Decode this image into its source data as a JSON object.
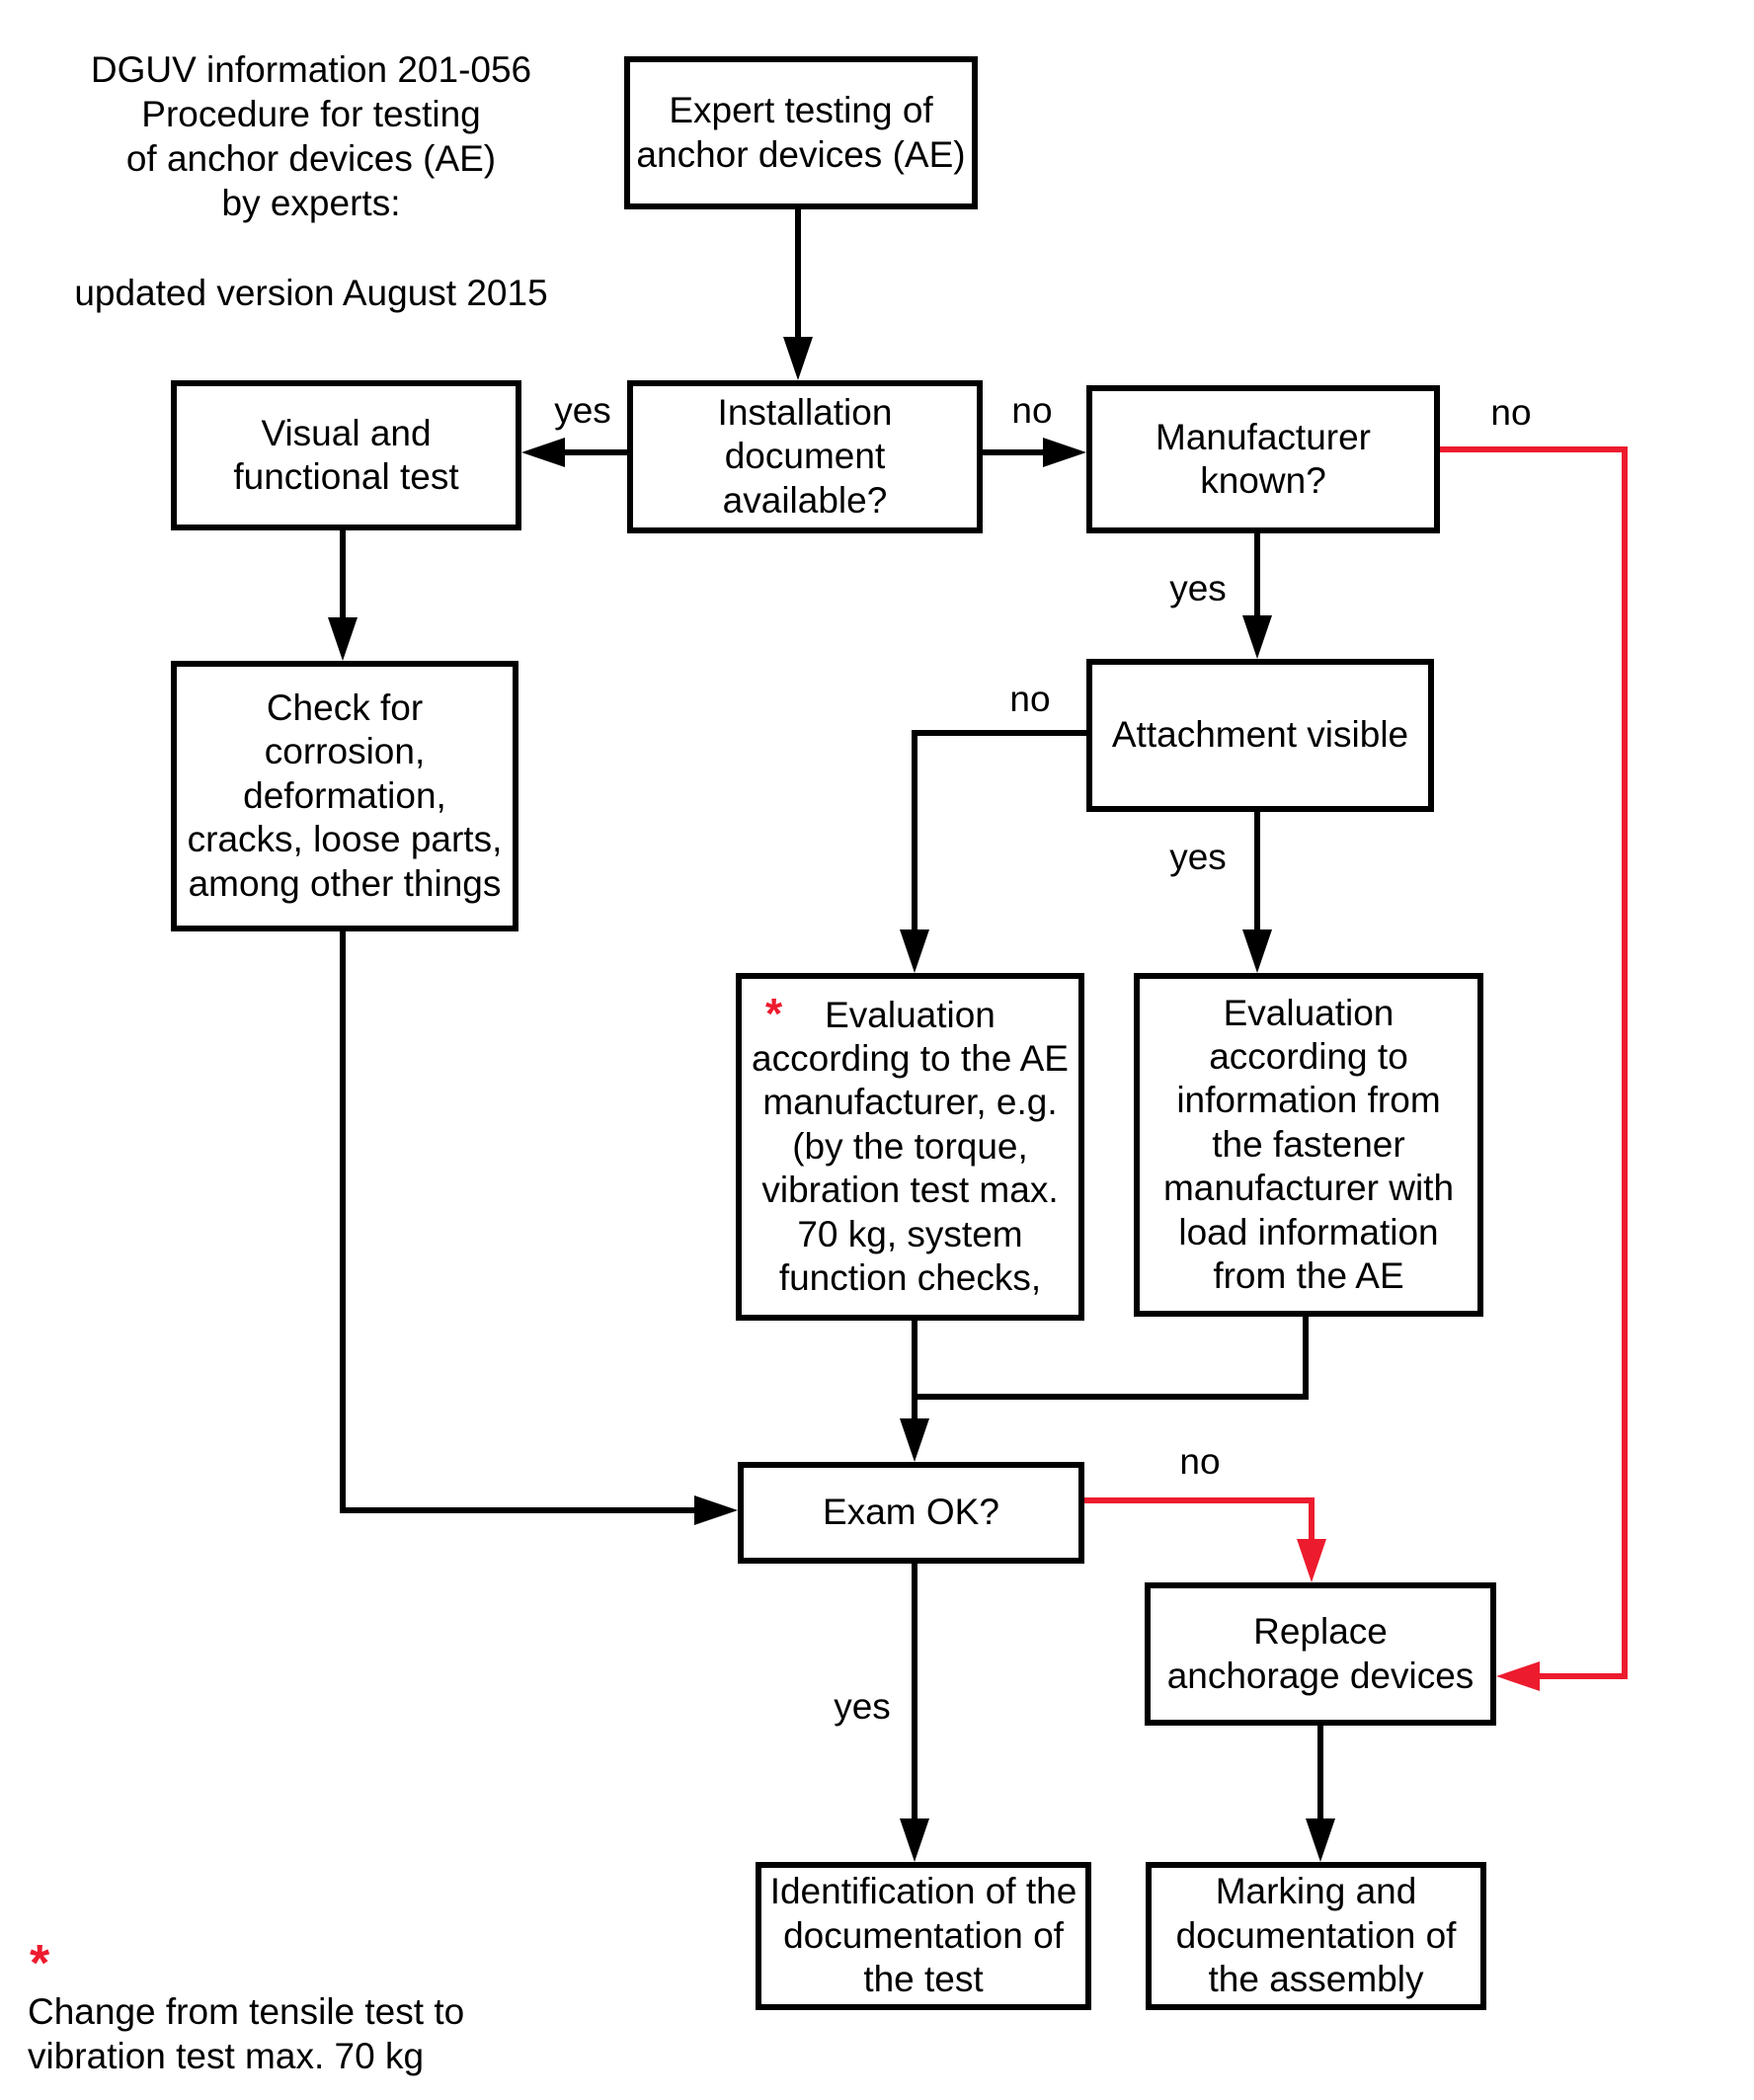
{
  "palette": {
    "accent_red": "#ed1b2e",
    "line_black": "#000000",
    "background": "#ffffff"
  },
  "header": {
    "title": "DGUV information 201-056\nProcedure for testing\nof anchor devices (AE)\nby experts:",
    "subtitle": "updated version August 2015"
  },
  "nodes": {
    "expert": {
      "label": "Expert testing of\nanchor devices (AE)"
    },
    "visual": {
      "label": "Visual and\nfunctional test"
    },
    "install": {
      "label": "Installation\ndocument\navailable?"
    },
    "manufacturer": {
      "label": "Manufacturer\nknown?"
    },
    "check": {
      "label": "Check for\ncorrosion,\ndeformation,\ncracks, loose parts,\namong other things"
    },
    "attachment": {
      "label": "Attachment visible"
    },
    "eval_ae": {
      "marker": "*",
      "label": "Evaluation\naccording to the AE\nmanufacturer, e.g.\n(by the torque,\nvibration test max.\n70 kg, system\nfunction checks,"
    },
    "eval_fastener": {
      "label": "Evaluation\naccording to\ninformation from\nthe fastener\nmanufacturer with\nload information\nfrom the AE"
    },
    "exam": {
      "label": "Exam OK?"
    },
    "replace": {
      "label": "Replace\nanchorage devices"
    },
    "identification": {
      "label": "Identification of the\ndocumentation of\nthe test"
    },
    "marking": {
      "label": "Marking and\ndocumentation of\nthe assembly"
    }
  },
  "edge_labels": {
    "install_yes": "yes",
    "install_no": "no",
    "manufacturer_no": "no",
    "manufacturer_yes": "yes",
    "attachment_no": "no",
    "attachment_yes": "yes",
    "exam_no": "no",
    "exam_yes": "yes"
  },
  "footnote": {
    "marker": "*",
    "text": "Change from tensile test to\nvibration test max. 70 kg"
  }
}
